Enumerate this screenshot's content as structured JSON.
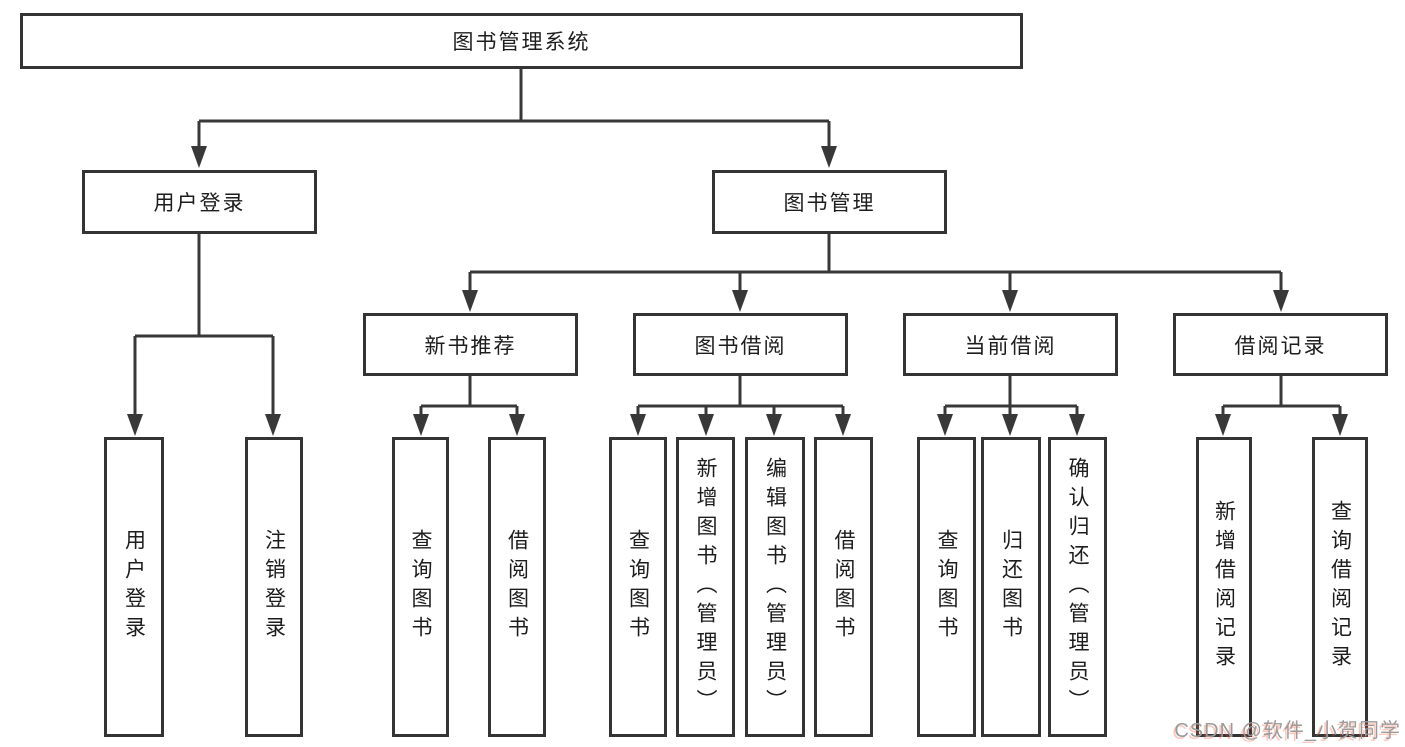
{
  "diagram": {
    "root": {
      "label": "图书管理系统"
    },
    "branches": [
      {
        "label": "用户登录",
        "children": [
          {
            "label": "用户登录"
          },
          {
            "label": "注销登录"
          }
        ]
      },
      {
        "label": "图书管理",
        "children": [
          {
            "label": "新书推荐",
            "children": [
              {
                "label": "查询图书"
              },
              {
                "label": "借阅图书"
              }
            ]
          },
          {
            "label": "图书借阅",
            "children": [
              {
                "label": "查询图书"
              },
              {
                "label": "新增图书（管理员）"
              },
              {
                "label": "编辑图书（管理员）"
              },
              {
                "label": "借阅图书"
              }
            ]
          },
          {
            "label": "当前借阅",
            "children": [
              {
                "label": "查询图书"
              },
              {
                "label": "归还图书"
              },
              {
                "label": "确认归还（管理员）"
              }
            ]
          },
          {
            "label": "借阅记录",
            "children": [
              {
                "label": "新增借阅记录"
              },
              {
                "label": "查询借阅记录"
              }
            ]
          }
        ]
      }
    ]
  },
  "watermark": {
    "text": "CSDN @软件_小贺同学"
  },
  "colors": {
    "line": "#383838",
    "box_border": "#343434",
    "text": "#1d1d1d",
    "watermark_gray": "#9b9b9b",
    "watermark_accent": "#fc5531"
  }
}
